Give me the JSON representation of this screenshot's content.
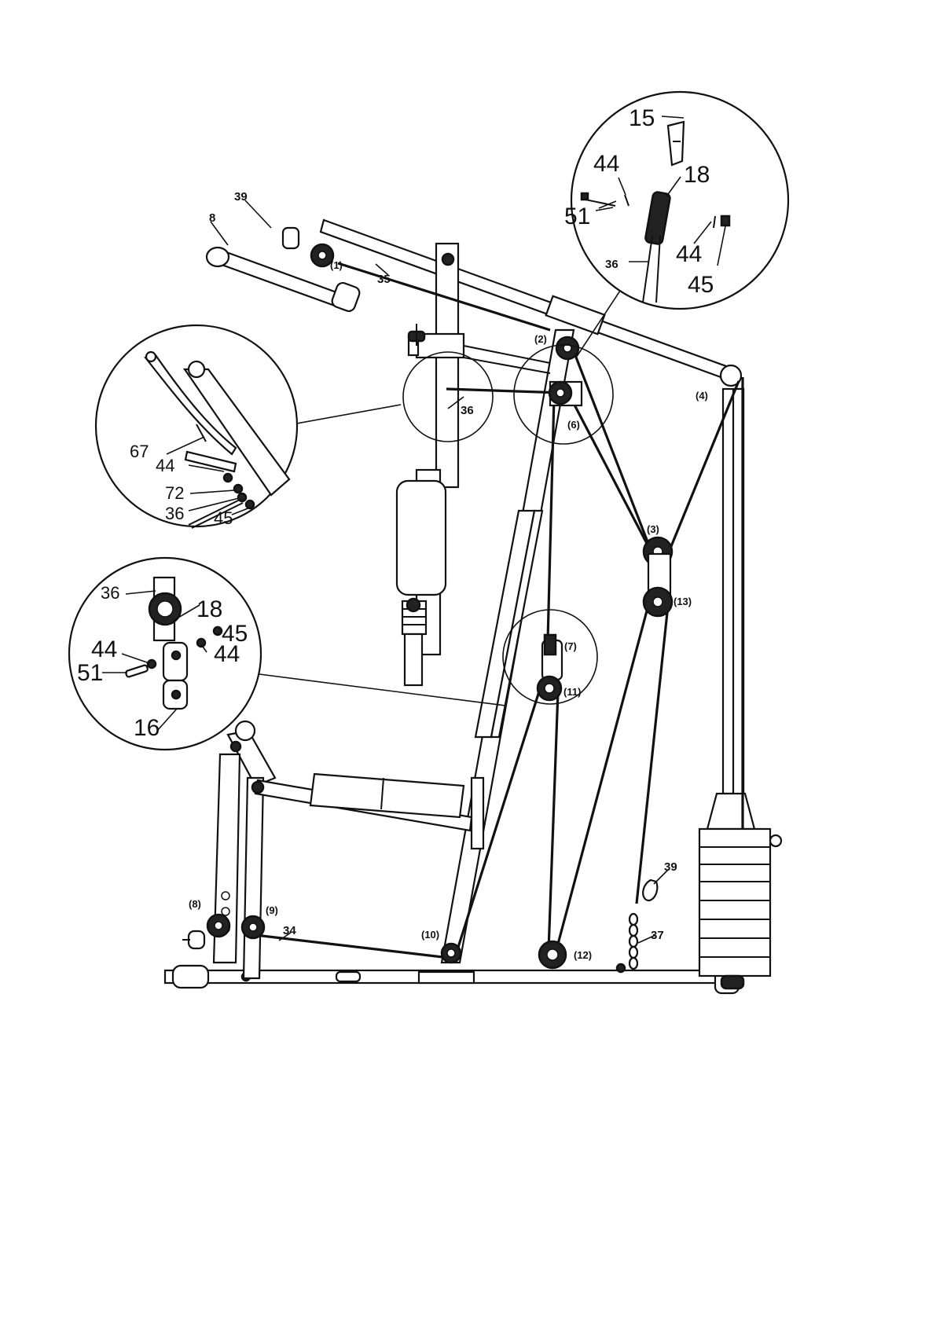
{
  "callouts": {
    "c8": "8",
    "c39_top": "39",
    "c35": "35",
    "c36_mid": "36",
    "c34": "34",
    "c39_bottom": "39",
    "c37": "37"
  },
  "pulleys": {
    "p1": "(1)",
    "p2": "(2)",
    "p3": "(3)",
    "p4": "(4)",
    "p6": "(6)",
    "p7": "(7)",
    "p8": "(8)",
    "p9": "(9)",
    "p10": "(10)",
    "p11": "(11)",
    "p12": "(12)",
    "p13": "(13)"
  },
  "detail_top_right": {
    "c15": "15",
    "c18": "18",
    "c44a": "44",
    "c51": "51",
    "c36": "36",
    "c44b": "44",
    "c45": "45"
  },
  "detail_left_upper": {
    "c67": "67",
    "c44": "44",
    "c72": "72",
    "c36": "36",
    "c45": "45"
  },
  "detail_left_lower": {
    "c36": "36",
    "c18": "18",
    "c45": "45",
    "c44a": "44",
    "c44b": "44",
    "c51": "51",
    "c16": "16"
  }
}
